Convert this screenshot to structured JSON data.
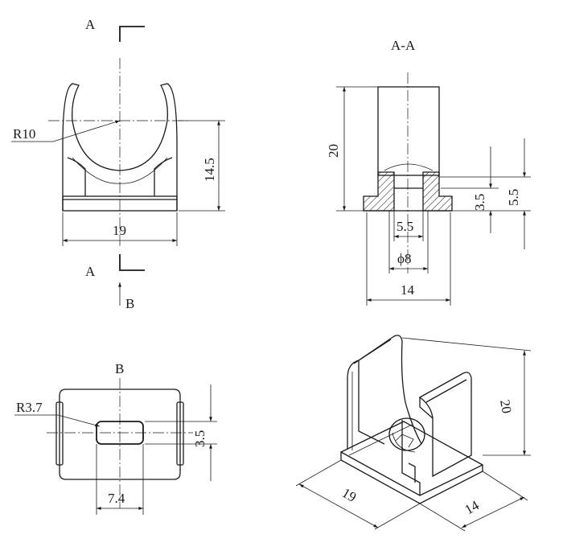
{
  "views": {
    "front": {
      "section_mark_top": "A",
      "section_mark_bottom": "A",
      "view_arrow_label": "B"
    },
    "section": {
      "title": "A-A"
    },
    "bottom": {
      "title": "B"
    }
  },
  "dimensions": {
    "front_radius": "R10",
    "front_height": "14.5",
    "front_width": "19",
    "section_height": "20",
    "section_inner_height": "3.5",
    "section_outer_height": "5.5",
    "section_hole_width": "5.5",
    "section_diameter": "ϕ8",
    "section_base_width": "14",
    "bottom_slot_radius": "R3.7",
    "bottom_slot_height": "3.5",
    "bottom_slot_length": "7.4",
    "iso_height": "20",
    "iso_length": "19",
    "iso_width": "14"
  }
}
